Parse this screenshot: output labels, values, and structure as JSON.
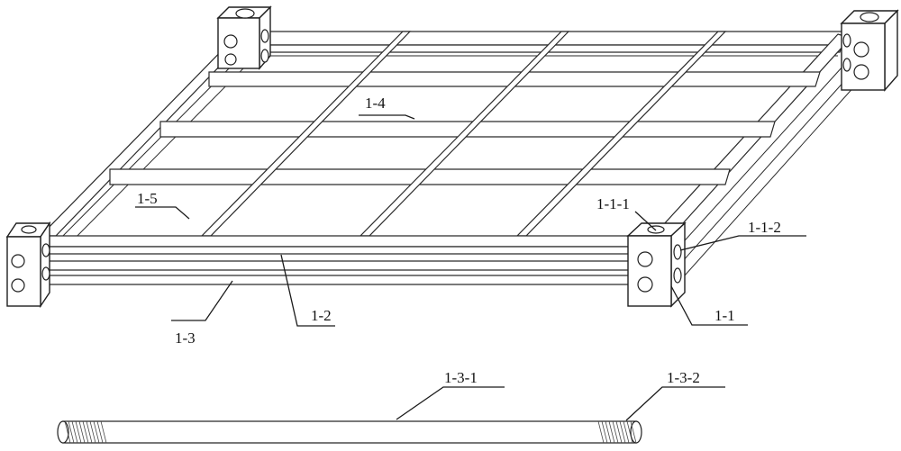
{
  "labels": {
    "l_1_4": "1-4",
    "l_1_5": "1-5",
    "l_1_1_1": "1-1-1",
    "l_1_1_2": "1-1-2",
    "l_1_1": "1-1",
    "l_1_2": "1-2",
    "l_1_3": "1-3",
    "l_1_3_1": "1-3-1",
    "l_1_3_2": "1-3-2"
  }
}
